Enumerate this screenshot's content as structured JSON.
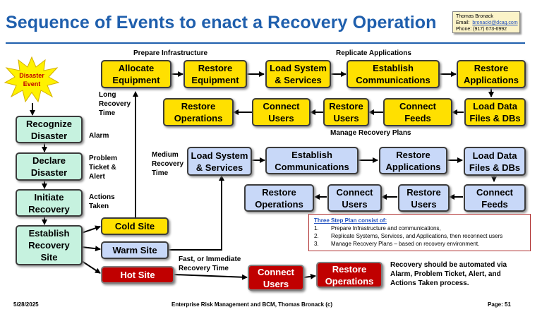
{
  "header": {
    "title": "Sequence of Events to enact a Recovery Operation",
    "contact_name": "Thomas Bronack",
    "email_label": "Email:",
    "email": "bronackt@dcag.com",
    "phone_label": "Phone:",
    "phone": "(917) 673-6992"
  },
  "event": {
    "label": "Disaster Event"
  },
  "phases": [
    {
      "label": "Recognize Disaster",
      "note": "Alarm"
    },
    {
      "label": "Declare Disaster",
      "note": "Problem Ticket & Alert"
    },
    {
      "label": "Initiate Recovery",
      "note": "Actions Taken"
    },
    {
      "label": "Establish Recovery Site"
    }
  ],
  "sites": {
    "cold": "Cold Site",
    "warm": "Warm Site",
    "hot": "Hot Site"
  },
  "section_labels": {
    "prepare": "Prepare Infrastructure",
    "replicate": "Replicate Applications",
    "manage": "Manage Recovery Plans",
    "long": "Long Recovery Time",
    "medium": "Medium Recovery Time",
    "fast": "Fast, or Immediate Recovery Time"
  },
  "cold_row1": [
    "Allocate Equipment",
    "Restore Equipment",
    "Load System & Services",
    "Establish Communications",
    "Restore Applications"
  ],
  "cold_row2": [
    "Restore Operations",
    "Connect Users",
    "Restore Users",
    "Connect Feeds",
    "Load Data Files & DBs"
  ],
  "warm_row1": [
    "Load System & Services",
    "Establish Communications",
    "Restore Applications",
    "Load Data Files & DBs"
  ],
  "warm_row2": [
    "Restore Operations",
    "Connect Users",
    "Restore Users",
    "Connect Feeds"
  ],
  "hot_row": [
    "Connect Users",
    "Restore Operations"
  ],
  "automation_note": "Recovery should be automated via Alarm, Problem Ticket, Alert, and Actions Taken process.",
  "plan": {
    "heading": "Three Step Plan consist of:",
    "items": [
      "Prepare Infrastructure and communications,",
      "Replicate Systems, Services, and Applications, then reconnect users",
      "Manage Recovery Plans – based on recovery environment."
    ]
  },
  "footer": {
    "date": "5/28/2025",
    "center": "Enterprise Risk Management and BCM, Thomas Bronack (c)",
    "page": "Page:  51"
  },
  "colors": {
    "title": "#1f5fad",
    "cold": "#ffe000",
    "warm": "#c8d8f8",
    "phase": "#c6f2df",
    "hot": "#c00000"
  }
}
